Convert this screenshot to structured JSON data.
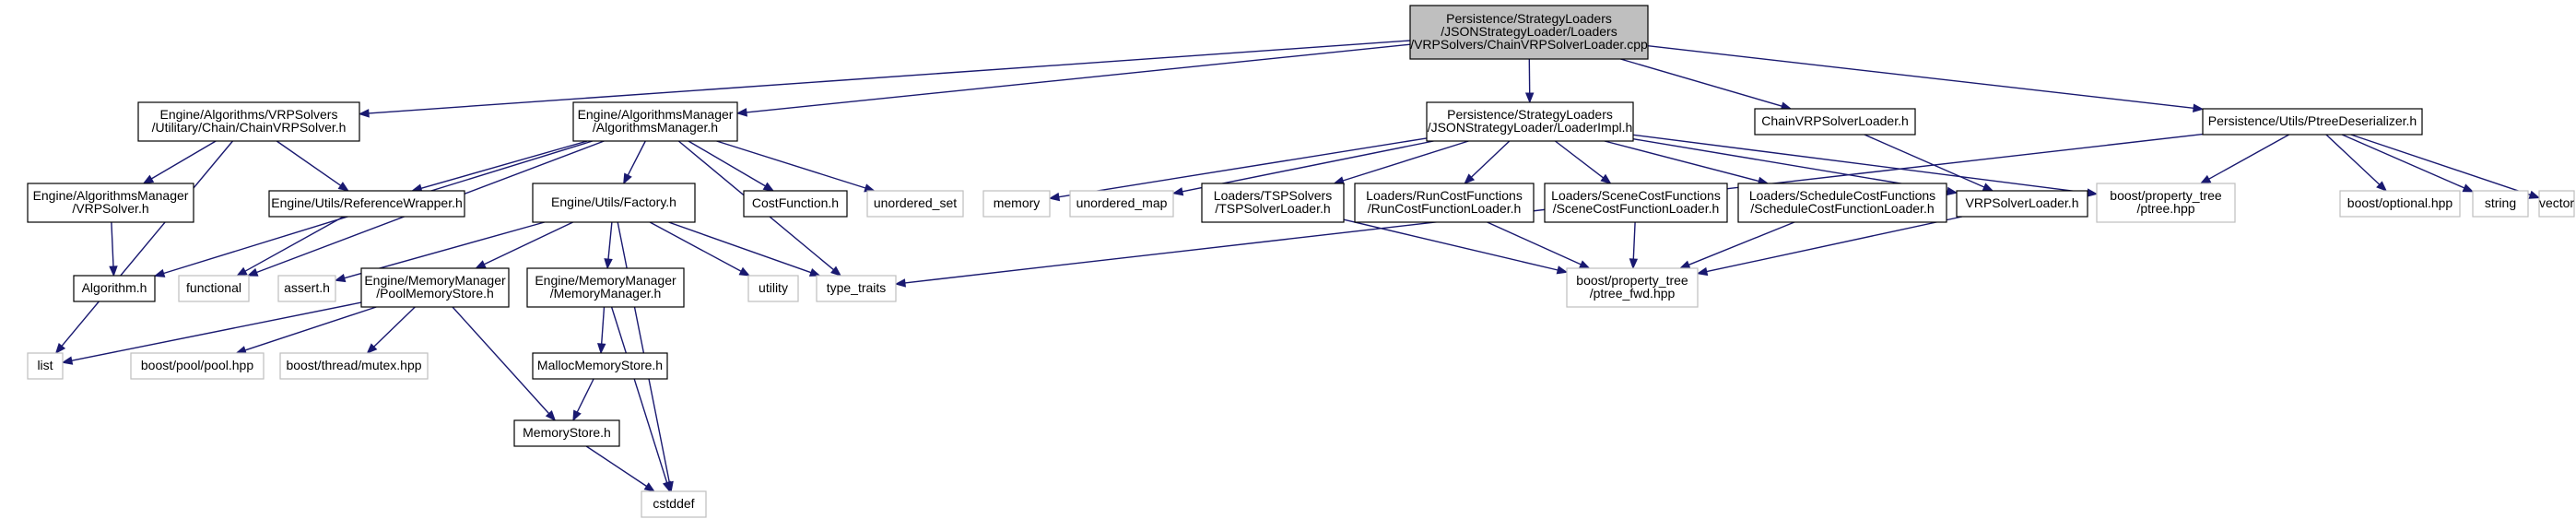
{
  "diagram": {
    "nodes": [
      {
        "id": "root",
        "kind": "root",
        "lines": [
          "Persistence/StrategyLoaders",
          "/JSONStrategyLoader/Loaders",
          "/VRPSolvers/ChainVRPSolverLoader.cpp"
        ]
      },
      {
        "id": "chainvrpsolver",
        "kind": "internal",
        "lines": [
          "Engine/Algorithms/VRPSolvers",
          "/Utilitary/Chain/ChainVRPSolver.h"
        ]
      },
      {
        "id": "algorithmsmanager",
        "kind": "internal",
        "lines": [
          "Engine/AlgorithmsManager",
          "/AlgorithmsManager.h"
        ]
      },
      {
        "id": "loaderimpl",
        "kind": "internal",
        "lines": [
          "Persistence/StrategyLoaders",
          "/JSONStrategyLoader/LoaderImpl.h"
        ]
      },
      {
        "id": "chainvrpsolverloader",
        "kind": "internal",
        "lines": [
          "ChainVRPSolverLoader.h"
        ]
      },
      {
        "id": "ptreedeserializer",
        "kind": "internal",
        "lines": [
          "Persistence/Utils/PtreeDeserializer.h"
        ]
      },
      {
        "id": "vrpsolver",
        "kind": "internal",
        "lines": [
          "Engine/AlgorithmsManager",
          "/VRPSolver.h"
        ]
      },
      {
        "id": "referencewrapper",
        "kind": "internal",
        "lines": [
          "Engine/Utils/ReferenceWrapper.h"
        ]
      },
      {
        "id": "factory",
        "kind": "internal",
        "lines": [
          "Engine/Utils/Factory.h"
        ]
      },
      {
        "id": "costfunction",
        "kind": "internal",
        "lines": [
          "CostFunction.h"
        ]
      },
      {
        "id": "unordered_set",
        "kind": "external",
        "lines": [
          "unordered_set"
        ]
      },
      {
        "id": "memory",
        "kind": "external",
        "lines": [
          "memory"
        ]
      },
      {
        "id": "unordered_map",
        "kind": "external",
        "lines": [
          "unordered_map"
        ]
      },
      {
        "id": "tspsolverloader",
        "kind": "internal",
        "lines": [
          "Loaders/TSPSolvers",
          "/TSPSolverLoader.h"
        ]
      },
      {
        "id": "runcostfunctionloader",
        "kind": "internal",
        "lines": [
          "Loaders/RunCostFunctions",
          "/RunCostFunctionLoader.h"
        ]
      },
      {
        "id": "scenecostfunctionloader",
        "kind": "internal",
        "lines": [
          "Loaders/SceneCostFunctions",
          "/SceneCostFunctionLoader.h"
        ]
      },
      {
        "id": "schedulecostfunctionloader",
        "kind": "internal",
        "lines": [
          "Loaders/ScheduleCostFunctions",
          "/ScheduleCostFunctionLoader.h"
        ]
      },
      {
        "id": "vrpsolverloader",
        "kind": "internal",
        "lines": [
          "VRPSolverLoader.h"
        ]
      },
      {
        "id": "ptree_hpp",
        "kind": "external",
        "lines": [
          "boost/property_tree",
          "/ptree.hpp"
        ]
      },
      {
        "id": "optional_hpp",
        "kind": "external",
        "lines": [
          "boost/optional.hpp"
        ]
      },
      {
        "id": "string",
        "kind": "external",
        "lines": [
          "string"
        ]
      },
      {
        "id": "vector",
        "kind": "external",
        "lines": [
          "vector"
        ]
      },
      {
        "id": "algorithm_h",
        "kind": "internal",
        "lines": [
          "Algorithm.h"
        ]
      },
      {
        "id": "functional",
        "kind": "external",
        "lines": [
          "functional"
        ]
      },
      {
        "id": "assert_h",
        "kind": "external",
        "lines": [
          "assert.h"
        ]
      },
      {
        "id": "poolmemorystore",
        "kind": "internal",
        "lines": [
          "Engine/MemoryManager",
          "/PoolMemoryStore.h"
        ]
      },
      {
        "id": "memorymanager",
        "kind": "internal",
        "lines": [
          "Engine/MemoryManager",
          "/MemoryManager.h"
        ]
      },
      {
        "id": "utility",
        "kind": "external",
        "lines": [
          "utility"
        ]
      },
      {
        "id": "type_traits",
        "kind": "external",
        "lines": [
          "type_traits"
        ]
      },
      {
        "id": "ptree_fwd",
        "kind": "external",
        "lines": [
          "boost/property_tree",
          "/ptree_fwd.hpp"
        ]
      },
      {
        "id": "list",
        "kind": "external",
        "lines": [
          "list"
        ]
      },
      {
        "id": "pool_hpp",
        "kind": "external",
        "lines": [
          "boost/pool/pool.hpp"
        ]
      },
      {
        "id": "mutex_hpp",
        "kind": "external",
        "lines": [
          "boost/thread/mutex.hpp"
        ]
      },
      {
        "id": "mallocmemorystore",
        "kind": "internal",
        "lines": [
          "MallocMemoryStore.h"
        ]
      },
      {
        "id": "memorystore",
        "kind": "internal",
        "lines": [
          "MemoryStore.h"
        ]
      },
      {
        "id": "cstddef",
        "kind": "external",
        "lines": [
          "cstddef"
        ]
      }
    ],
    "edges": [
      [
        "root",
        "chainvrpsolver"
      ],
      [
        "root",
        "algorithmsmanager"
      ],
      [
        "root",
        "loaderimpl"
      ],
      [
        "root",
        "chainvrpsolverloader"
      ],
      [
        "root",
        "ptreedeserializer"
      ],
      [
        "chainvrpsolver",
        "vrpsolver"
      ],
      [
        "chainvrpsolver",
        "referencewrapper"
      ],
      [
        "chainvrpsolver",
        "list"
      ],
      [
        "vrpsolver",
        "algorithm_h"
      ],
      [
        "algorithmsmanager",
        "algorithm_h"
      ],
      [
        "algorithmsmanager",
        "referencewrapper"
      ],
      [
        "algorithmsmanager",
        "factory"
      ],
      [
        "algorithmsmanager",
        "costfunction"
      ],
      [
        "algorithmsmanager",
        "unordered_set"
      ],
      [
        "algorithmsmanager",
        "functional"
      ],
      [
        "algorithmsmanager",
        "type_traits"
      ],
      [
        "referencewrapper",
        "functional"
      ],
      [
        "factory",
        "assert_h"
      ],
      [
        "factory",
        "poolmemorystore"
      ],
      [
        "factory",
        "memorymanager"
      ],
      [
        "factory",
        "utility"
      ],
      [
        "factory",
        "type_traits"
      ],
      [
        "factory",
        "cstddef"
      ],
      [
        "poolmemorystore",
        "list"
      ],
      [
        "poolmemorystore",
        "pool_hpp"
      ],
      [
        "poolmemorystore",
        "mutex_hpp"
      ],
      [
        "poolmemorystore",
        "memorystore"
      ],
      [
        "memorymanager",
        "mallocmemorystore"
      ],
      [
        "memorymanager",
        "cstddef"
      ],
      [
        "mallocmemorystore",
        "memorystore"
      ],
      [
        "memorystore",
        "cstddef"
      ],
      [
        "loaderimpl",
        "memory"
      ],
      [
        "loaderimpl",
        "unordered_map"
      ],
      [
        "loaderimpl",
        "tspsolverloader"
      ],
      [
        "loaderimpl",
        "runcostfunctionloader"
      ],
      [
        "loaderimpl",
        "scenecostfunctionloader"
      ],
      [
        "loaderimpl",
        "schedulecostfunctionloader"
      ],
      [
        "loaderimpl",
        "vrpsolverloader"
      ],
      [
        "loaderimpl",
        "ptree_hpp"
      ],
      [
        "tspsolverloader",
        "ptree_fwd"
      ],
      [
        "runcostfunctionloader",
        "ptree_fwd"
      ],
      [
        "scenecostfunctionloader",
        "ptree_fwd"
      ],
      [
        "schedulecostfunctionloader",
        "ptree_fwd"
      ],
      [
        "vrpsolverloader",
        "ptree_fwd"
      ],
      [
        "chainvrpsolverloader",
        "vrpsolverloader"
      ],
      [
        "ptreedeserializer",
        "ptree_hpp"
      ],
      [
        "ptreedeserializer",
        "optional_hpp"
      ],
      [
        "ptreedeserializer",
        "string"
      ],
      [
        "ptreedeserializer",
        "vector"
      ],
      [
        "ptreedeserializer",
        "type_traits"
      ]
    ]
  }
}
